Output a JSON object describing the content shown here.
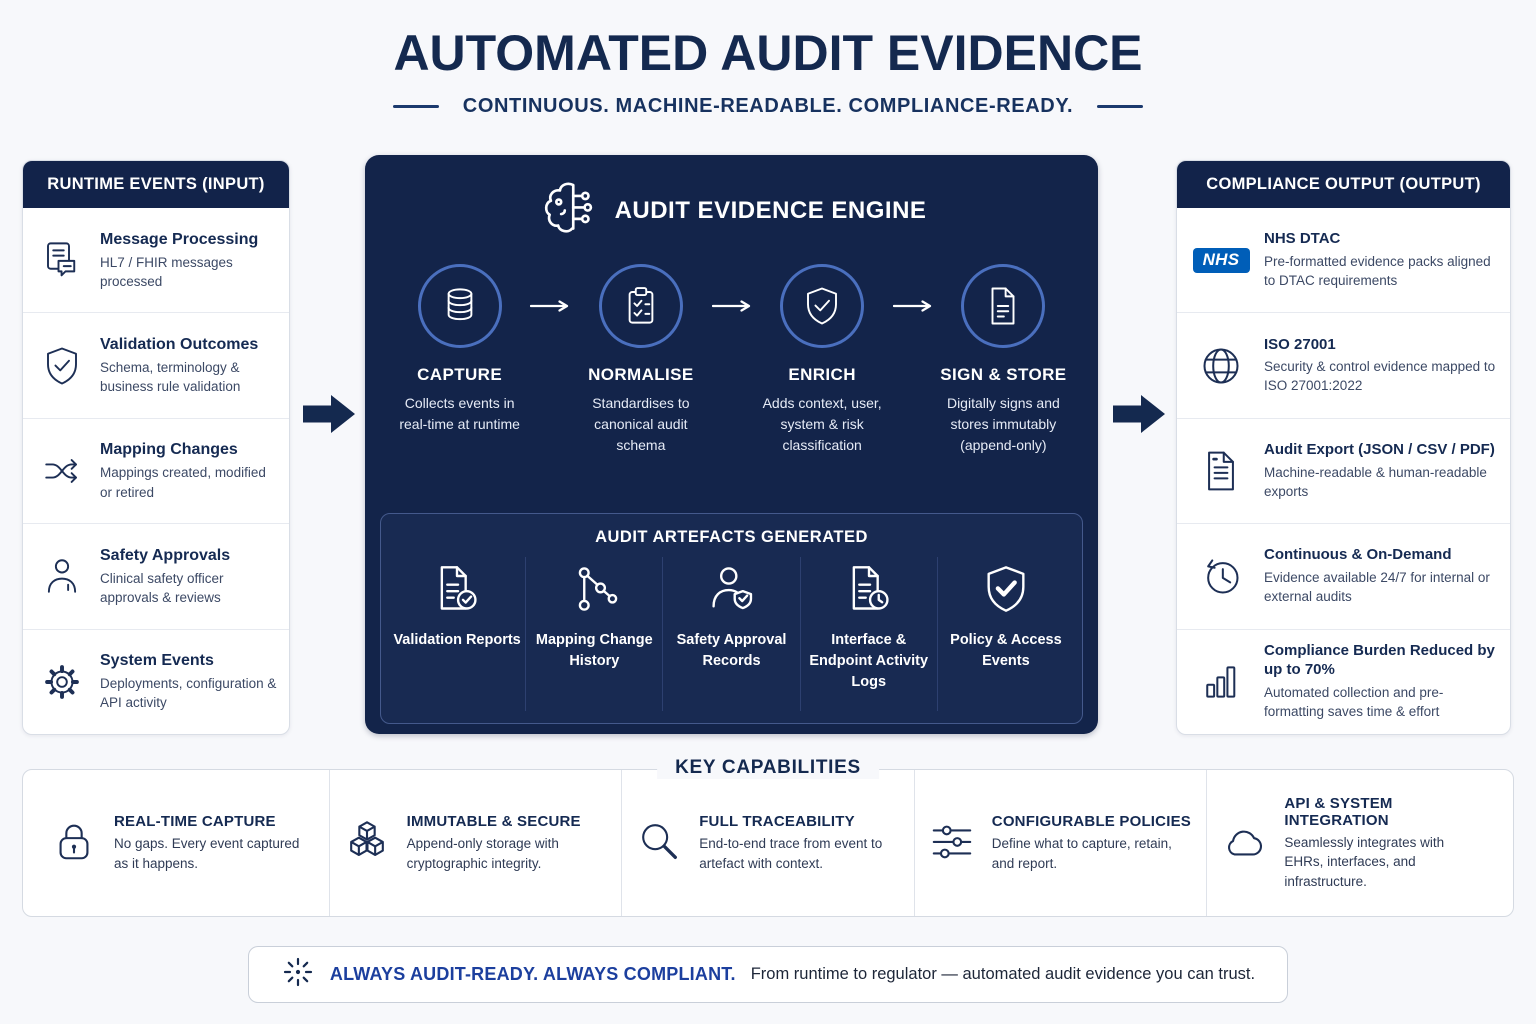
{
  "header": {
    "title": "AUTOMATED AUDIT EVIDENCE",
    "subtitle": "CONTINUOUS. MACHINE-READABLE. COMPLIANCE-READY."
  },
  "input_panel": {
    "title": "RUNTIME EVENTS (INPUT)",
    "items": [
      {
        "icon": "message-icon",
        "title": "Message Processing",
        "desc": "HL7 / FHIR messages processed"
      },
      {
        "icon": "shield-check-icon",
        "title": "Validation Outcomes",
        "desc": "Schema, terminology & business rule validation"
      },
      {
        "icon": "shuffle-icon",
        "title": "Mapping Changes",
        "desc": "Mappings created, modified or retired"
      },
      {
        "icon": "person-icon",
        "title": "Safety Approvals",
        "desc": "Clinical safety officer approvals & reviews"
      },
      {
        "icon": "gear-icon",
        "title": "System Events",
        "desc": "Deployments, configuration & API activity"
      }
    ]
  },
  "engine": {
    "title": "AUDIT EVIDENCE ENGINE",
    "steps": [
      {
        "icon": "database-icon",
        "name": "CAPTURE",
        "desc": "Collects events in real-time at runtime"
      },
      {
        "icon": "clipboard-check-icon",
        "name": "NORMALISE",
        "desc": "Standardises to canonical audit schema"
      },
      {
        "icon": "shield-check-icon",
        "name": "ENRICH",
        "desc": "Adds context, user, system & risk classification"
      },
      {
        "icon": "document-icon",
        "name": "SIGN & STORE",
        "desc": "Digitally signs and stores immutably (append-only)"
      }
    ],
    "artefacts": {
      "title": "AUDIT ARTEFACTS GENERATED",
      "items": [
        {
          "icon": "document-check-icon",
          "label": "Validation Reports"
        },
        {
          "icon": "network-icon",
          "label": "Mapping Change History"
        },
        {
          "icon": "person-shield-icon",
          "label": "Safety Approval Records"
        },
        {
          "icon": "document-clock-icon",
          "label": "Interface & Endpoint Activity Logs"
        },
        {
          "icon": "shield-check-icon",
          "label": "Policy & Access Events"
        }
      ]
    }
  },
  "output_panel": {
    "title": "COMPLIANCE OUTPUT (OUTPUT)",
    "nhs_label": "NHS",
    "items": [
      {
        "icon": "nhs-logo",
        "title": "NHS DTAC",
        "desc": "Pre-formatted evidence packs aligned to DTAC requirements"
      },
      {
        "icon": "globe-icon",
        "title": "ISO 27001",
        "desc": "Security & control evidence mapped to ISO 27001:2022"
      },
      {
        "icon": "document-lines-icon",
        "title": "Audit Export (JSON / CSV / PDF)",
        "desc": "Machine-readable & human-readable exports"
      },
      {
        "icon": "clock-history-icon",
        "title": "Continuous & On-Demand",
        "desc": "Evidence available 24/7 for internal or external audits"
      },
      {
        "icon": "bar-chart-icon",
        "title": "Compliance Burden Reduced by up to 70%",
        "desc": "Automated collection and pre-formatting saves time & effort"
      }
    ]
  },
  "capabilities": {
    "title": "KEY CAPABILITIES",
    "items": [
      {
        "icon": "lock-icon",
        "title": "REAL-TIME CAPTURE",
        "desc": "No gaps. Every event captured as it happens."
      },
      {
        "icon": "cubes-icon",
        "title": "IMMUTABLE & SECURE",
        "desc": "Append-only storage with cryptographic integrity."
      },
      {
        "icon": "magnifier-icon",
        "title": "FULL TRACEABILITY",
        "desc": "End-to-end trace from event to artefact with context."
      },
      {
        "icon": "sliders-icon",
        "title": "CONFIGURABLE POLICIES",
        "desc": "Define what to capture, retain, and report."
      },
      {
        "icon": "cloud-icon",
        "title": "API & SYSTEM INTEGRATION",
        "desc": "Seamlessly integrates with EHRs, interfaces, and infrastructure."
      }
    ]
  },
  "footer": {
    "bold": "ALWAYS AUDIT-READY. ALWAYS COMPLIANT.",
    "text": "From runtime to regulator — automated audit evidence you can trust."
  },
  "colors": {
    "navy_panel": "#13244a",
    "panel_header": "#12234a",
    "ring_blue": "#4a6fbe",
    "nhs_blue": "#005eb8",
    "footer_blue": "#1c3f9e",
    "title_navy": "#14294f"
  }
}
